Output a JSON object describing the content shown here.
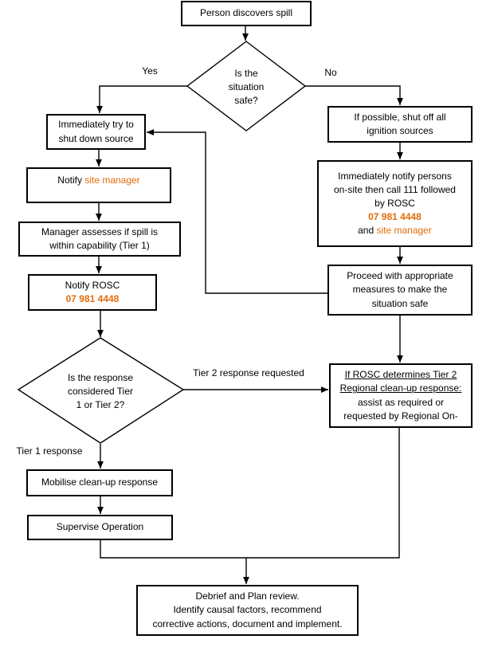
{
  "colors": {
    "accent": "#E36C09",
    "line": "#000000",
    "background": "#FFFFFF"
  },
  "nodes": {
    "start": {
      "text": "Person discovers spill"
    },
    "safe_decision": {
      "l1": "Is the",
      "l2": "situation",
      "l3": "safe?"
    },
    "shutdown": {
      "l1": "Immediately try to",
      "l2": "shut down source"
    },
    "notify_site_manager": {
      "pre": "Notify ",
      "accent": "site manager"
    },
    "manager_assesses": {
      "l1": "Manager assesses if spill is",
      "l2": "within capability (Tier 1)"
    },
    "notify_rosc": {
      "l1": "Notify ROSC",
      "phone": "07 981 4448"
    },
    "tier_decision": {
      "l1": "Is the response",
      "l2": "considered Tier",
      "l3": "1 or Tier 2?"
    },
    "mobilise": {
      "text": "Mobilise clean-up response"
    },
    "supervise": {
      "text": "Supervise Operation"
    },
    "ignition": {
      "l1": "If possible, shut off all",
      "l2": "ignition sources"
    },
    "notify_persons": {
      "l1": "Immediately notify persons",
      "l2": "on-site then call 111 followed",
      "l3": "by ROSC",
      "phone": "07 981 4448",
      "and": "and ",
      "accent": "site manager"
    },
    "proceed": {
      "l1": "Proceed with appropriate",
      "l2": "measures to make the",
      "l3": "situation safe"
    },
    "rosc_tier2": {
      "u1": "If ROSC determines Tier 2",
      "u2": "Regional clean-up response:",
      "l3": "assist as required or",
      "l4": "requested by Regional On-"
    },
    "debrief": {
      "l1": "Debrief and Plan review.",
      "l2": "Identify causal factors, recommend",
      "l3": "corrective actions, document and implement."
    }
  },
  "edge_labels": {
    "yes": "Yes",
    "no": "No",
    "tier1": "Tier 1 response",
    "tier2": "Tier 2 response requested"
  }
}
